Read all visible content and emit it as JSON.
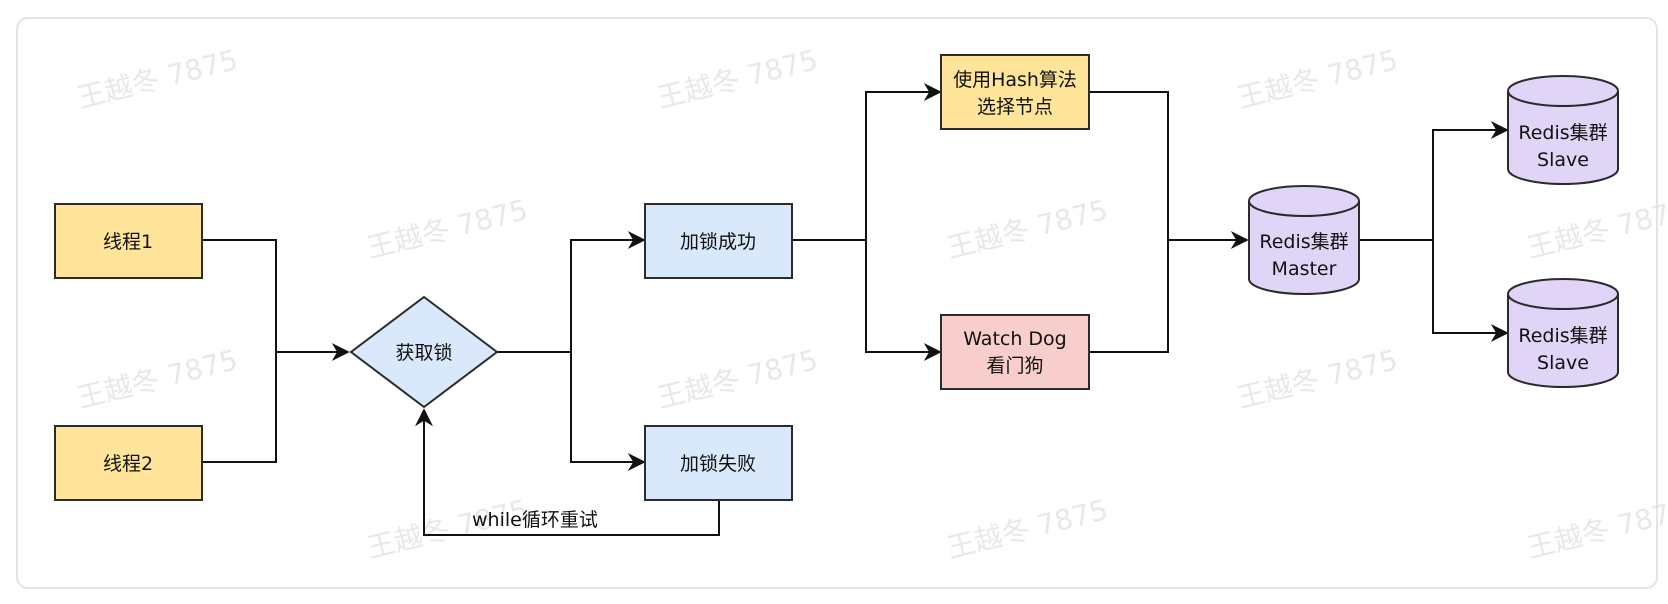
{
  "watermark": "王越冬 7875",
  "nodes": {
    "thread1": "线程1",
    "thread2": "线程2",
    "acquire": "获取锁",
    "success": "加锁成功",
    "failure": "加锁失败",
    "hash_line1": "使用Hash算法",
    "hash_line2": "选择节点",
    "watchdog_line1": "Watch Dog",
    "watchdog_line2": "看门狗",
    "master_line1": "Redis集群",
    "master_line2": "Master",
    "slave1_line1": "Redis集群",
    "slave1_line2": "Slave",
    "slave2_line1": "Redis集群",
    "slave2_line2": "Slave"
  },
  "edge_labels": {
    "retry": "while循环重试"
  },
  "colors": {
    "yellow_fill": "#fff2cc",
    "yellow_stroke": "#2b2b2b",
    "blue_fill": "#dae8fc",
    "red_fill": "#f8cecc",
    "purple_fill": "#e1d5f7",
    "line": "#111111"
  }
}
